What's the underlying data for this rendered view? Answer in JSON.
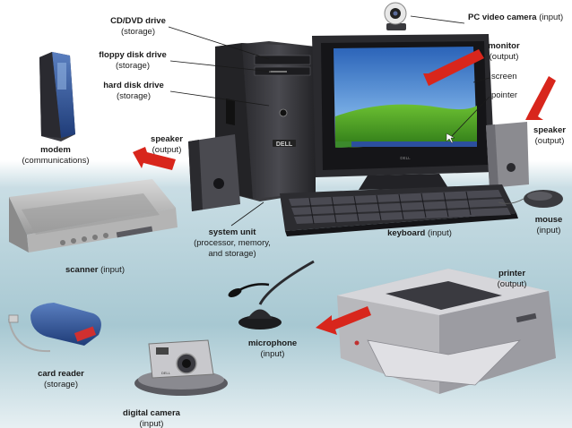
{
  "labels": {
    "cd_dvd": {
      "name": "CD/DVD drive",
      "role": "(storage)"
    },
    "floppy": {
      "name": "floppy disk drive",
      "role": "(storage)"
    },
    "hard_disk": {
      "name": "hard disk drive",
      "role": "(storage)"
    },
    "camera": {
      "name": "PC video camera",
      "role": "(input)"
    },
    "monitor": {
      "name": "monitor",
      "role": "(output)"
    },
    "screen": {
      "name": "screen"
    },
    "pointer": {
      "name": "pointer"
    },
    "speaker_right": {
      "name": "speaker",
      "role": "(output)"
    },
    "speaker_left": {
      "name": "speaker",
      "role": "(output)"
    },
    "modem": {
      "name": "modem",
      "role": "(communications)"
    },
    "system_unit": {
      "name": "system unit",
      "role_line1": "(processor, memory,",
      "role_line2": "and storage)"
    },
    "keyboard": {
      "name": "keyboard",
      "role": "(input)"
    },
    "mouse": {
      "name": "mouse",
      "role": "(input)"
    },
    "scanner": {
      "name": "scanner",
      "role": "(input)"
    },
    "printer": {
      "name": "printer",
      "role": "(output)"
    },
    "microphone": {
      "name": "microphone",
      "role": "(input)"
    },
    "card_reader": {
      "name": "card reader",
      "role": "(storage)"
    },
    "digital_camera": {
      "name": "digital camera",
      "role": "(input)"
    }
  },
  "brands": {
    "tower": "DELL",
    "camera": "DELL"
  },
  "colors": {
    "arrow": "#d8261c",
    "backdrop": "#a7c8d2",
    "screen_sky": "#3b78c8",
    "screen_hill": "#4f9a2a"
  }
}
